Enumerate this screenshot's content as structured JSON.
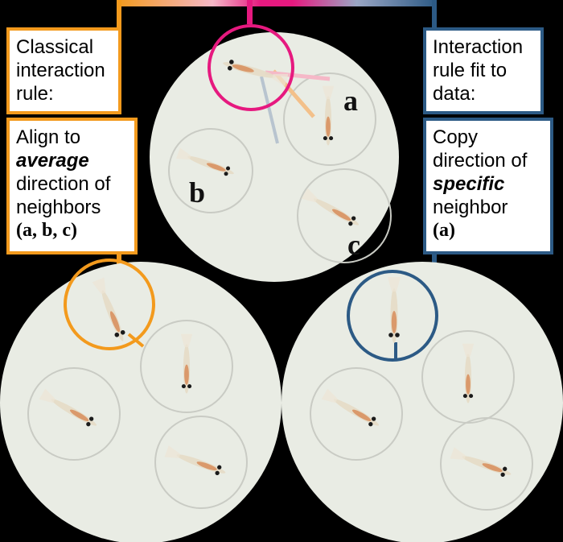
{
  "colors": {
    "classical": "#f39a1d",
    "fitted": "#2c5a85",
    "focal": "#e6197f",
    "dish": "#e9ece4",
    "ring": "#c9cbc4",
    "background": "#000000"
  },
  "left_panel": {
    "title": [
      "Classical",
      "interaction",
      "rule:"
    ],
    "desc_pre": "Align to",
    "desc_em": "average",
    "desc_rest": [
      "direction of",
      "neighbors"
    ],
    "refs": "(a, b, c)"
  },
  "right_panel": {
    "title": [
      "Interaction",
      "rule fit to",
      "data:"
    ],
    "desc_pre": "Copy",
    "desc_mid": "direction of",
    "desc_em": "specific",
    "desc_rest": "neighbor",
    "refs": "(a)"
  },
  "neighbor_labels": {
    "a": "a",
    "b": "b",
    "c": "c"
  },
  "icons": [
    "zebrafish-larva-icon"
  ]
}
